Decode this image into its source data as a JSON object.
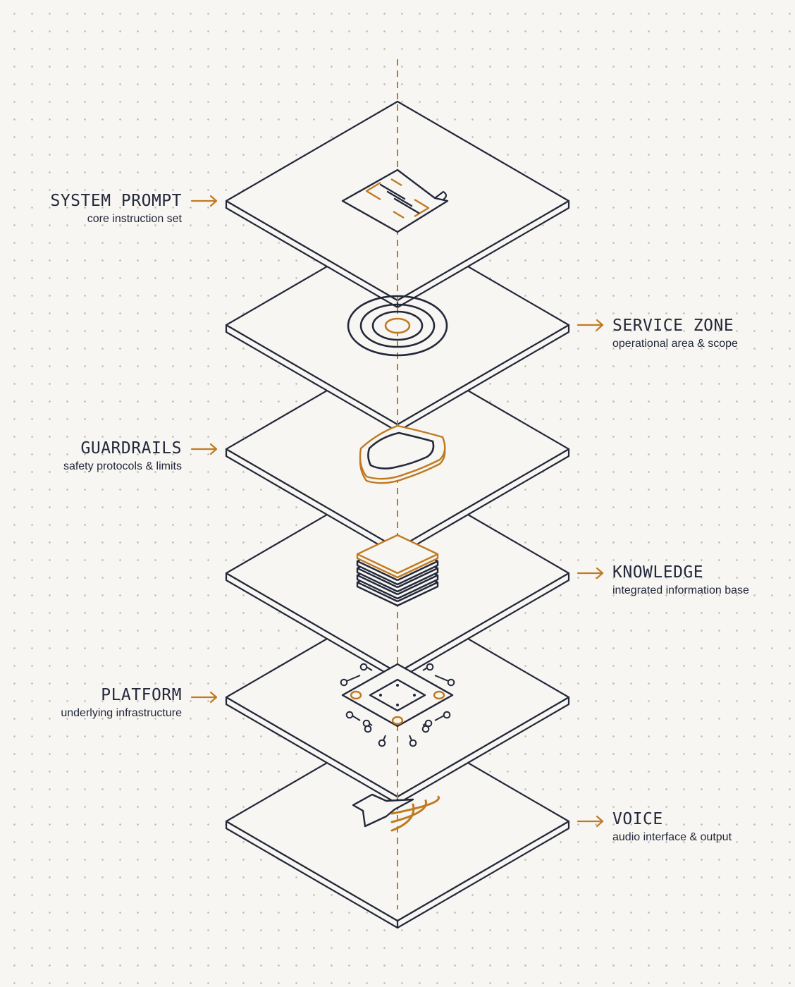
{
  "layers": [
    {
      "id": "system-prompt",
      "title": "SYSTEM PROMPT",
      "subtitle": "core instruction set",
      "side": "left",
      "icon": "document-icon"
    },
    {
      "id": "service-zone",
      "title": "SERVICE ZONE",
      "subtitle": "operational area & scope",
      "side": "right",
      "icon": "target-icon"
    },
    {
      "id": "guardrails",
      "title": "GUARDRAILS",
      "subtitle": "safety protocols & limits",
      "side": "left",
      "icon": "shield-icon"
    },
    {
      "id": "knowledge",
      "title": "KNOWLEDGE",
      "subtitle": "integrated information base",
      "side": "right",
      "icon": "stack-icon"
    },
    {
      "id": "platform",
      "title": "PLATFORM",
      "subtitle": "underlying infrastructure",
      "side": "left",
      "icon": "chip-icon"
    },
    {
      "id": "voice",
      "title": "VOICE",
      "subtitle": "audio interface & output",
      "side": "right",
      "icon": "speech-wave-icon"
    }
  ],
  "colors": {
    "ink": "#23283a",
    "accent": "#c07a22",
    "background": "#f7f6f2",
    "ghost": "#c9c9c4"
  }
}
